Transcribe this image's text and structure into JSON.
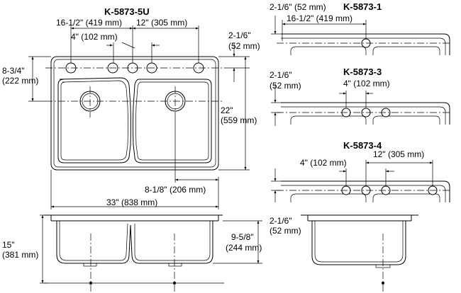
{
  "models": {
    "main": "K-5873-5U",
    "one": "K-5873-1",
    "three": "K-5873-3",
    "four": "K-5873-4"
  },
  "dims": {
    "left_bowl_spacing": "16-1/2\" (419 mm)",
    "right_spacing": "12\" (305 mm)",
    "hole_gap": "4\" (102 mm)",
    "top_offset_line1": "2-1/6\"",
    "top_offset_line2": "(52 mm)",
    "depth_line1": "8-3/4\"",
    "depth_line2": "(222 mm)",
    "length_line1": "22\"",
    "length_line2": "(559 mm)",
    "drain_offset": "8-1/8\" (206 mm)",
    "width": "33\" (838 mm)",
    "height_line1": "15\"",
    "height_line2": "(381 mm)",
    "bowl_depth_line1": "9-5/8\"",
    "bowl_depth_line2": "(244 mm)",
    "k1_offset": "2-1/6\" (52 mm)",
    "k1_spacing": "16-1/2\" (419 mm)",
    "k3_offset_line1": "2-1/6\"",
    "k3_offset_line2": "(52 mm)",
    "k3_gap": "4\" (102 mm)",
    "k4_right": "12\" (305 mm)",
    "k4_gap": "4\" (102 mm)",
    "side_offset_line1": "2-1/6\"",
    "side_offset_line2": "(52 mm)"
  }
}
